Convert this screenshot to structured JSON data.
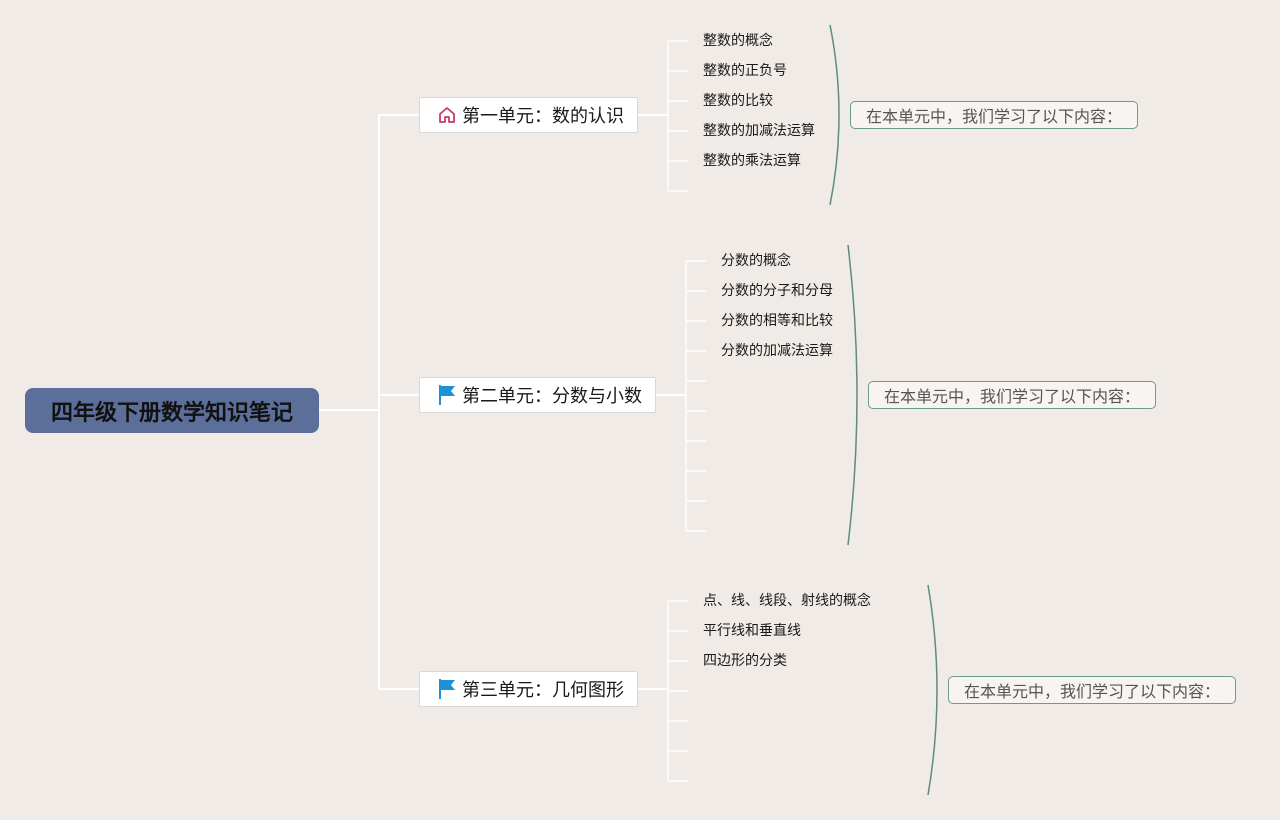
{
  "root": {
    "title": "四年级下册数学知识笔记"
  },
  "units": [
    {
      "title": "第一单元：数的认识",
      "icon": "home-icon",
      "items": [
        "整数的概念",
        "整数的正负号",
        "整数的比较",
        "整数的加减法运算",
        "整数的乘法运算",
        ""
      ],
      "summary": "在本单元中，我们学习了以下内容："
    },
    {
      "title": "第二单元：分数与小数",
      "icon": "flag-icon",
      "items": [
        "分数的概念",
        "分数的分子和分母",
        "分数的相等和比较",
        "分数的加减法运算",
        "",
        "",
        "",
        "",
        "",
        ""
      ],
      "summary": "在本单元中，我们学习了以下内容："
    },
    {
      "title": "第三单元：几何图形",
      "icon": "flag-icon",
      "items": [
        "点、线、线段、射线的概念",
        "平行线和垂直线",
        "四边形的分类",
        "",
        "",
        "",
        ""
      ],
      "summary": "在本单元中，我们学习了以下内容："
    }
  ],
  "colors": {
    "background": "#f0ebe6",
    "root_fill": "#5b6f9a",
    "connector": "#ffffff",
    "brace": "#5e8c7f",
    "summary_border": "#6b9b8e",
    "home_icon": "#c83c64",
    "flag_icon": "#1e90d6"
  }
}
